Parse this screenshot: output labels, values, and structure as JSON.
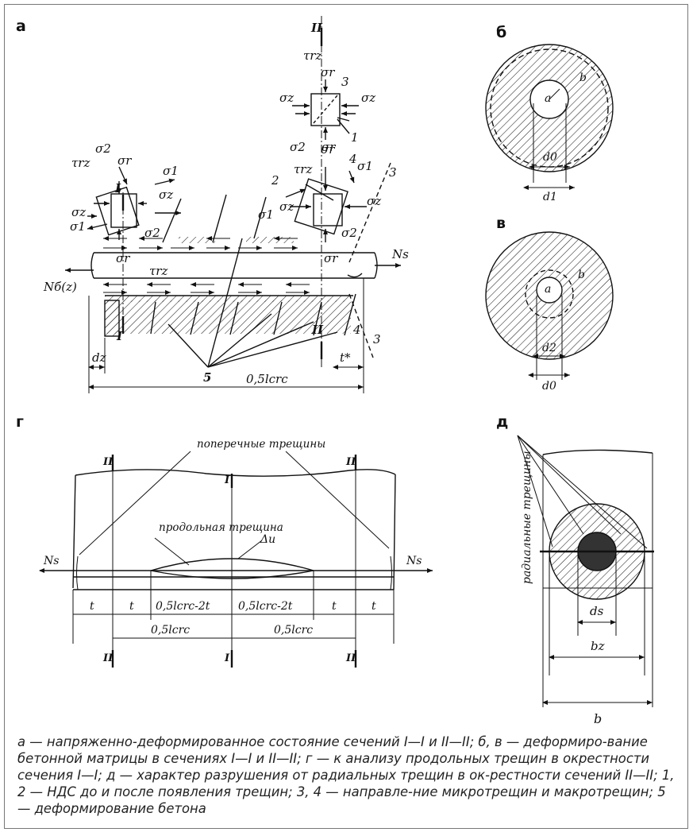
{
  "panels": {
    "a": "а",
    "b": "б",
    "v": "в",
    "g": "г",
    "d": "д"
  },
  "panel_a": {
    "section_1": "I",
    "section_2": "II",
    "sigma_r": "σr",
    "sigma_z": "σz",
    "sigma_1": "σ1",
    "sigma_2": "σ2",
    "tau_rz": "τrz",
    "num_1": "1",
    "num_2": "2",
    "num_3": "3",
    "num_4": "4",
    "num_5": "5",
    "n_b": "Nб(z)",
    "n_s": "Ns",
    "dim_dz": "dz",
    "dim_t": "t*",
    "dim_len": "0,5lcrc"
  },
  "panel_b": {
    "dim_d0": "d0",
    "dim_d1": "d1",
    "lbl_a": "a",
    "lbl_b": "b"
  },
  "panel_v": {
    "dim_d2": "d2",
    "dim_d0": "d0",
    "lbl_a": "a",
    "lbl_b": "b"
  },
  "panel_g": {
    "transverse_cracks": "поперечные трещины",
    "longitudinal_crack": "продольная трещина",
    "delta_u": "Δu",
    "n_s": "Ns",
    "dim_t": "t",
    "dim_mid": "0,5lcrc-2t",
    "dim_half": "0,5lcrc",
    "section_1": "I",
    "section_2": "II"
  },
  "panel_d": {
    "radial_cracks": "радиальные трещины",
    "dim_ds": "ds",
    "dim_bz": "bz",
    "dim_b": "b"
  },
  "caption": "а — напряженно-деформированное состояние сечений I—I и II—II; б, в — деформиро-вание бетонной матрицы в сечениях I—I и II—II; г — к анализу продольных трещин в окрестности сечения I—I; д — характер разрушения от радиальных трещин в ок-рестности сечений II—II; 1, 2 — НДС до и после появления трещин; 3, 4 — направле-ние микротрещин и макротрещин; 5— деформирование бетона"
}
